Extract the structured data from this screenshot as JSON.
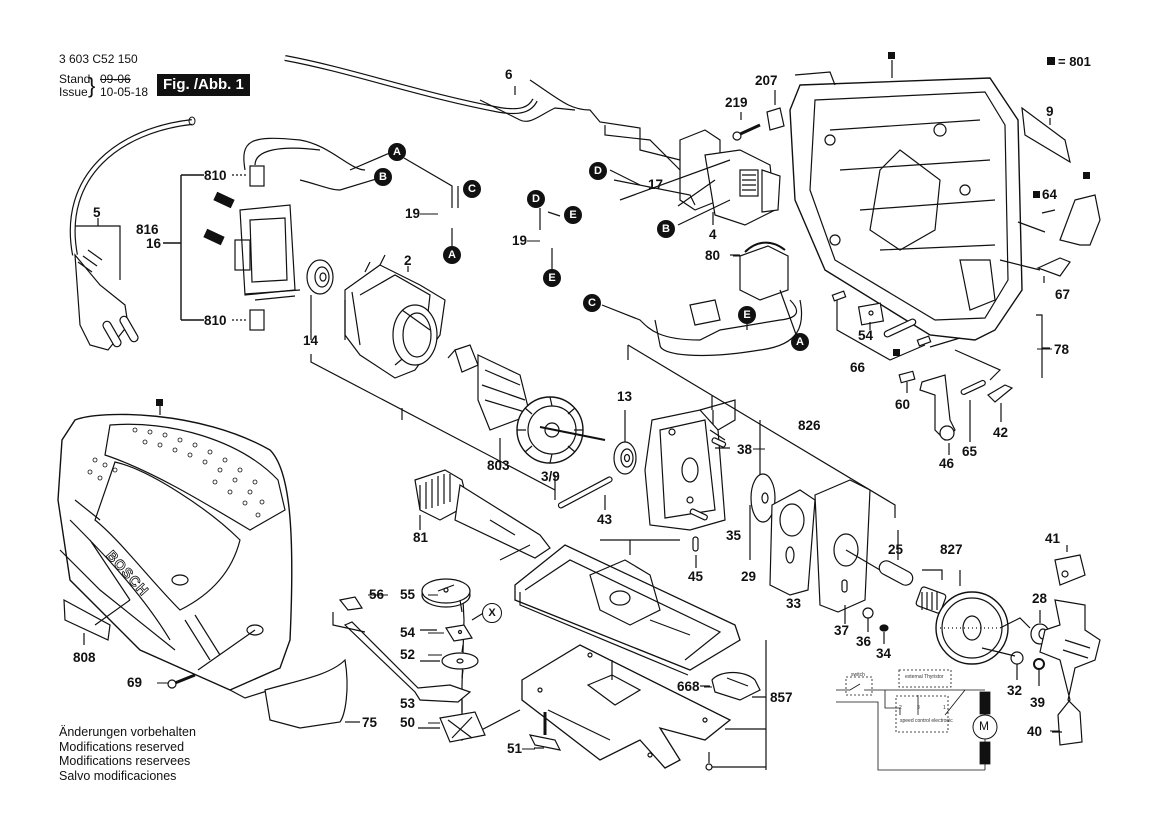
{
  "header": {
    "document_number": "3 603 C52 150",
    "stand_label": "Stand",
    "issue_label": "Issue",
    "old_date": "09-06",
    "issue_date": "10-05-18",
    "figure_label": "Fig. /Abb. 1"
  },
  "legend": {
    "symbol": "square-marker",
    "text": "= 801"
  },
  "notes": [
    "Änderungen vorbehalten",
    "Modifications reserved",
    "Modifications reservees",
    "Salvo modificaciones"
  ],
  "parts": {
    "p5": "5",
    "p816": "816",
    "p16": "16",
    "p810a": "810",
    "p810b": "810",
    "p6": "6",
    "p19a": "19",
    "p19b": "19",
    "p2": "2",
    "p14": "14",
    "p207": "207",
    "p219": "219",
    "p17": "17",
    "p4": "4",
    "p80": "80",
    "p9": "9",
    "p64": "64",
    "p67": "67",
    "p78": "78",
    "p54a": "54",
    "p66": "66",
    "p60": "60",
    "p46": "46",
    "p65": "65",
    "p42": "42",
    "p13": "13",
    "p803": "803",
    "p39": "3/9",
    "p826": "826",
    "p38": "38",
    "p43": "43",
    "p35": "35",
    "p29": "29",
    "p81": "81",
    "p45": "45",
    "p25": "25",
    "p827": "827",
    "p33": "33",
    "p37": "37",
    "p36": "36",
    "p34": "34",
    "p41": "41",
    "p28": "28",
    "p32": "32",
    "p39b": "39",
    "p40": "40",
    "p56": "56",
    "p55": "55",
    "p54b": "54",
    "p52": "52",
    "p53": "53",
    "p50": "50",
    "p75": "75",
    "p808": "808",
    "p69": "69",
    "p51": "51",
    "p668": "668",
    "p857": "857"
  },
  "connectors": {
    "A": "A",
    "B": "B",
    "C": "C",
    "D": "D",
    "E": "E",
    "X": "X"
  },
  "housing": {
    "brand": "BOSCH"
  },
  "schematic": {
    "switch": "switch",
    "thyristor": "external Thyristor",
    "electronic": "speed control electronic",
    "motor": "M",
    "terminals": [
      "1",
      "2",
      "3"
    ]
  }
}
